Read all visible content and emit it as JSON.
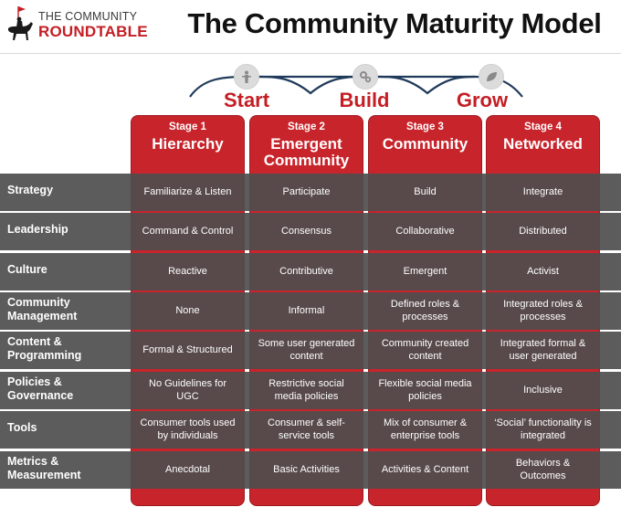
{
  "logo": {
    "line1": "THE COMMUNITY",
    "line2": "ROUNDTABLE"
  },
  "title": "The Community Maturity Model",
  "phases": [
    {
      "label": "Start",
      "icon": "person-icon"
    },
    {
      "label": "Build",
      "icon": "gears-icon"
    },
    {
      "label": "Grow",
      "icon": "leaf-icon"
    }
  ],
  "stages": [
    {
      "number": "Stage 1",
      "name": "Hierarchy"
    },
    {
      "number": "Stage 2",
      "name": "Emergent\nCommunity"
    },
    {
      "number": "Stage 3",
      "name": "Community"
    },
    {
      "number": "Stage 4",
      "name": "Networked"
    }
  ],
  "rows": [
    {
      "label": "Strategy",
      "cells": [
        "Familiarize & Listen",
        "Participate",
        "Build",
        "Integrate"
      ]
    },
    {
      "label": "Leadership",
      "cells": [
        "Command & Control",
        "Consensus",
        "Collaborative",
        "Distributed"
      ]
    },
    {
      "label": "Culture",
      "cells": [
        "Reactive",
        "Contributive",
        "Emergent",
        "Activist"
      ]
    },
    {
      "label": "Community\nManagement",
      "cells": [
        "None",
        "Informal",
        "Defined roles &\nprocesses",
        "Integrated roles &\nprocesses"
      ]
    },
    {
      "label": "Content &\nProgramming",
      "cells": [
        "Formal & Structured",
        "Some user generated\ncontent",
        "Community created\ncontent",
        "Integrated formal &\nuser generated"
      ]
    },
    {
      "label": "Policies &\nGovernance",
      "cells": [
        "No Guidelines for\nUGC",
        "Restrictive social\nmedia policies",
        "Flexible social media\npolicies",
        "Inclusive"
      ]
    },
    {
      "label": "Tools",
      "cells": [
        "Consumer tools used\nby individuals",
        "Consumer & self-\nservice tools",
        "Mix of consumer &\nenterprise tools",
        "‘Social’ functionality is\nintegrated"
      ]
    },
    {
      "label": "Metrics &\nMeasurement",
      "cells": [
        "Anecdotal",
        "Basic Activities",
        "Activities & Content",
        "Behaviors &\nOutcomes"
      ]
    }
  ],
  "colors": {
    "accent": "#c8242b",
    "row_band": "#4e4e4e",
    "text_light": "#ffffff"
  }
}
